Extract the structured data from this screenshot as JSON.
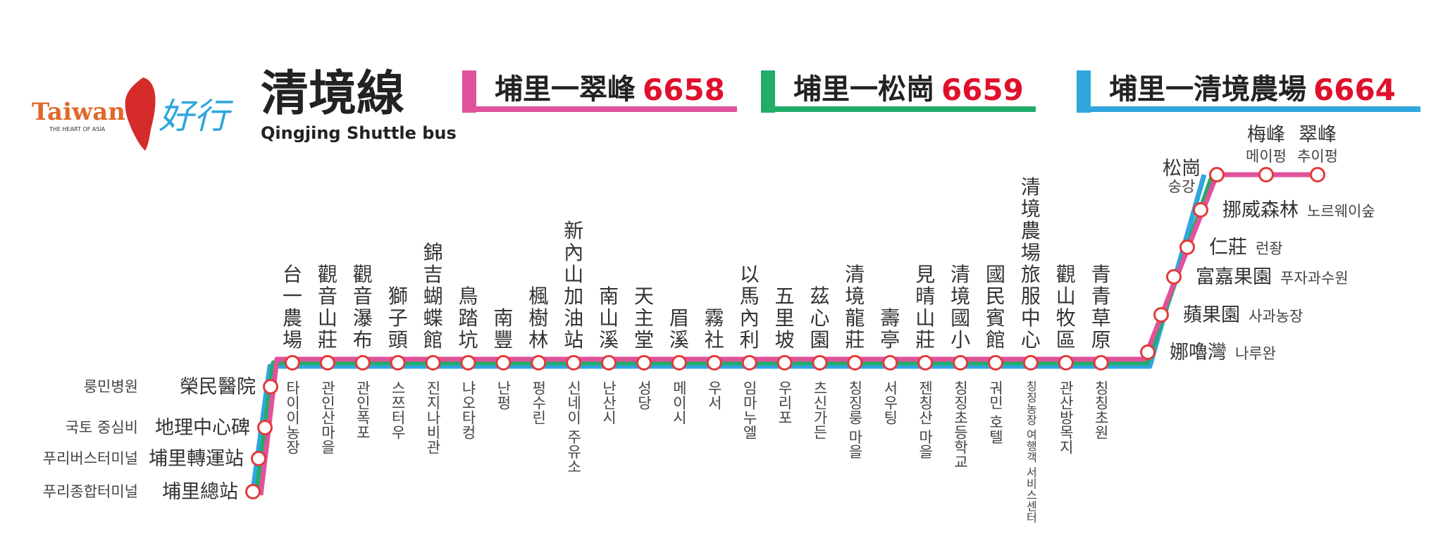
{
  "logo": {
    "taiwan": "Taiwan",
    "tagline": "THE HEART OF ASIA",
    "haoxing": "好行"
  },
  "title": {
    "zh": "清境線",
    "en": "Qingjing Shuttle bus"
  },
  "routes": [
    {
      "name": "埔里一翠峰",
      "number": "6658",
      "color": "#e0529c"
    },
    {
      "name": "埔里一松崗",
      "number": "6659",
      "color": "#1fad68"
    },
    {
      "name": "埔里一清境農場",
      "number": "6664",
      "color": "#2fa6dd"
    }
  ],
  "stops_left": [
    {
      "zh": "埔里總站",
      "ko": "푸리종합터미널"
    },
    {
      "zh": "埔里轉運站",
      "ko": "푸리버스터미널"
    },
    {
      "zh": "地理中心碑",
      "ko": "국토 중심비"
    },
    {
      "zh": "榮民醫院",
      "ko": "룽민병원"
    }
  ],
  "stops_main": [
    {
      "zh": "台一農場",
      "ko": "타이이농장"
    },
    {
      "zh": "觀音山莊",
      "ko": "관인산마을"
    },
    {
      "zh": "觀音瀑布",
      "ko": "관인폭포"
    },
    {
      "zh": "獅子頭",
      "ko": "스쯔터우"
    },
    {
      "zh": "錦吉蝴蝶館",
      "ko": "진지나비관"
    },
    {
      "zh": "鳥踏坑",
      "ko": "냐오타컹"
    },
    {
      "zh": "南豐",
      "ko": "난펑"
    },
    {
      "zh": "楓樹林",
      "ko": "펑수린"
    },
    {
      "zh": "新內山加油站",
      "ko": "신네이 주유소"
    },
    {
      "zh": "南山溪",
      "ko": "난산시"
    },
    {
      "zh": "天主堂",
      "ko": "성당"
    },
    {
      "zh": "眉溪",
      "ko": "메이시"
    },
    {
      "zh": "霧社",
      "ko": "우서"
    },
    {
      "zh": "以馬內利",
      "ko": "임마누엘"
    },
    {
      "zh": "五里坡",
      "ko": "우리포"
    },
    {
      "zh": "茲心園",
      "ko": "츠신가든"
    },
    {
      "zh": "清境龍莊",
      "ko": "칭징룽 마을"
    },
    {
      "zh": "壽亭",
      "ko": "서우팅"
    },
    {
      "zh": "見晴山莊",
      "ko": "젠칭산 마을"
    },
    {
      "zh": "清境國小",
      "ko": "칭징초등학교"
    },
    {
      "zh": "國民賓館",
      "ko": "궈민 호텔"
    },
    {
      "zh": "清境農場旅服中心",
      "ko": "칭징농장 여행객 서비스센터"
    },
    {
      "zh": "觀山牧區",
      "ko": "관산방목지"
    },
    {
      "zh": "青青草原",
      "ko": "칭칭초원"
    }
  ],
  "stops_right": [
    {
      "zh": "娜嚕灣",
      "ko": "나루완"
    },
    {
      "zh": "蘋果園",
      "ko": "사과농장"
    },
    {
      "zh": "富嘉果園",
      "ko": "푸자과수원"
    },
    {
      "zh": "仁莊",
      "ko": "런좡"
    },
    {
      "zh": "挪威森林",
      "ko": "노르웨이숲"
    }
  ],
  "stops_top": [
    {
      "zh": "松崗",
      "ko": "숭강"
    },
    {
      "zh": "梅峰",
      "ko": "메이펑"
    },
    {
      "zh": "翠峰",
      "ko": "추이펑"
    }
  ]
}
